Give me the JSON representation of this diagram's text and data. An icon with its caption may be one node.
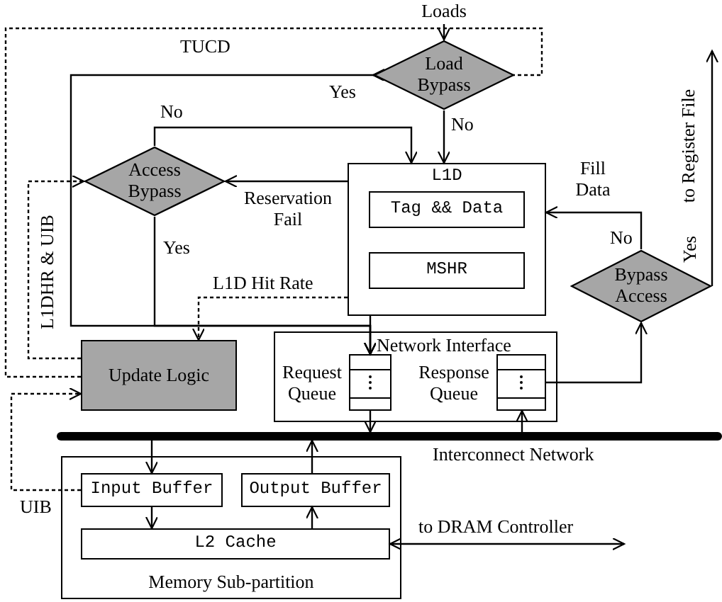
{
  "diagram": {
    "nodes": [
      {
        "text": [
          "Loads"
        ]
      },
      {
        "text": [
          "Load Bypass"
        ]
      },
      {
        "text": [
          "Access Bypass"
        ]
      },
      {
        "text": [
          "L1D"
        ]
      },
      {
        "text": [
          "Tag && Data"
        ],
        "in": 3
      },
      {
        "text": [
          "MSHR"
        ],
        "in": 3
      },
      {
        "text": [
          "Bypass Access"
        ]
      },
      {
        "text": [
          "Update Logic"
        ]
      },
      {
        "text": [
          "Network Interface"
        ]
      },
      {
        "text": [],
        "shape": "box",
        "beside": [
          "Request Queue"
        ],
        "in": 8
      },
      {
        "text": [],
        "shape": "box",
        "beside": [
          "Response Queue"
        ],
        "in": 8
      },
      {
        "text": [],
        "shape": "bar",
        "beside": [
          "Interconnect Network"
        ]
      },
      {
        "text": [
          "Memory Sub-partition"
        ]
      },
      {
        "text": [
          "Input Buffer"
        ],
        "in": 12
      },
      {
        "text": [
          "Output Buffer"
        ],
        "in": 12
      },
      {
        "text": [
          "L2 Cache"
        ],
        "in": 12
      }
    ],
    "edges": [
      {
        "from": 0,
        "to": 1,
        "arrow": "to"
      },
      {
        "from": 1,
        "to": 9,
        "arrow": "to",
        "label": "Yes"
      },
      {
        "from": 1,
        "to": 3,
        "arrow": "to",
        "label": "No"
      },
      {
        "from": 2,
        "to": 3,
        "arrow": "to",
        "label": "No"
      },
      {
        "from": 3,
        "to": 2,
        "arrow": "to",
        "label": "Reservation Fail"
      },
      {
        "from": 2,
        "to": 9,
        "arrow": "to",
        "label": "Yes"
      },
      {
        "from": 3,
        "to": 9,
        "arrow": "to"
      },
      {
        "from": 3,
        "to": 7,
        "arrow": "to",
        "label": "L1D Hit Rate",
        "style": "dashed"
      },
      {
        "from": 7,
        "to": 2,
        "arrow": "to",
        "label": "L1DHR & UIB",
        "style": "dashed"
      },
      {
        "from": 7,
        "to": 1,
        "arrow": "to",
        "label": "TUCD",
        "style": "dashed"
      },
      {
        "from": 13,
        "to": 7,
        "arrow": "to",
        "label": "UIB",
        "style": "dashed"
      },
      {
        "from": 9,
        "to": 11,
        "arrow": "to"
      },
      {
        "from": 11,
        "to": 10,
        "arrow": "to"
      },
      {
        "from": 10,
        "to": 6,
        "arrow": "to"
      },
      {
        "from": 6,
        "to": 3,
        "arrow": "to",
        "label": "No"
      },
      {
        "from": 6,
        "to": null,
        "arrow": "to",
        "label": "Yes"
      },
      {
        "from": 11,
        "to": 13,
        "arrow": "to"
      },
      {
        "from": 14,
        "to": 11,
        "arrow": "to"
      },
      {
        "from": 13,
        "to": 15,
        "arrow": "to"
      },
      {
        "from": 15,
        "to": 14,
        "arrow": "to"
      },
      {
        "from": 15,
        "to": null,
        "arrow": "both",
        "label": "to DRAM Controller"
      }
    ],
    "labels": [
      "Fill Data",
      "to Register File"
    ]
  }
}
